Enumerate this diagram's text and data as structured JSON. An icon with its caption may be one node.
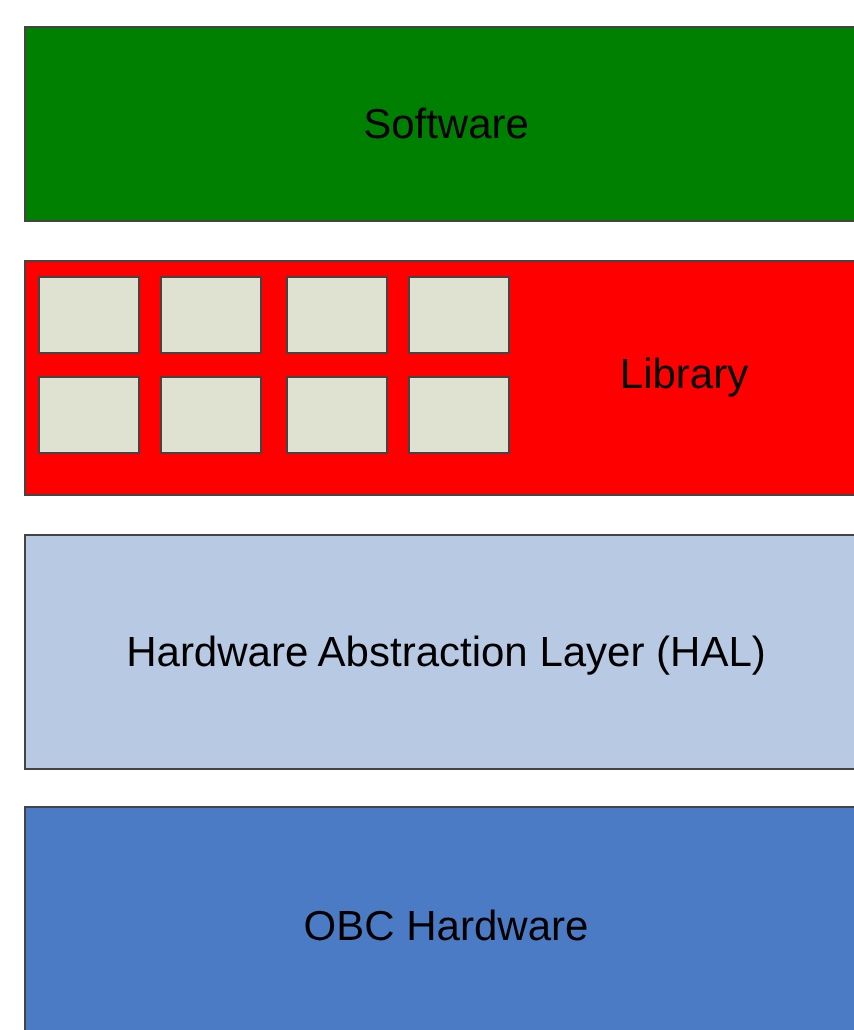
{
  "diagram": {
    "nodes": [
      {
        "text": [
          "Software"
        ]
      },
      {
        "text": [
          "Library"
        ]
      },
      {
        "text": [],
        "shape": "box",
        "in": 1
      },
      {
        "text": [],
        "shape": "box",
        "in": 1
      },
      {
        "text": [],
        "shape": "box",
        "in": 1
      },
      {
        "text": [],
        "shape": "box",
        "in": 1
      },
      {
        "text": [],
        "shape": "box",
        "in": 1
      },
      {
        "text": [],
        "shape": "box",
        "in": 1
      },
      {
        "text": [],
        "shape": "box",
        "in": 1
      },
      {
        "text": [],
        "shape": "box",
        "in": 1
      },
      {
        "text": [
          "Hardware Abstraction Layer (HAL)"
        ]
      },
      {
        "text": [
          "OBC Hardware"
        ]
      }
    ]
  }
}
